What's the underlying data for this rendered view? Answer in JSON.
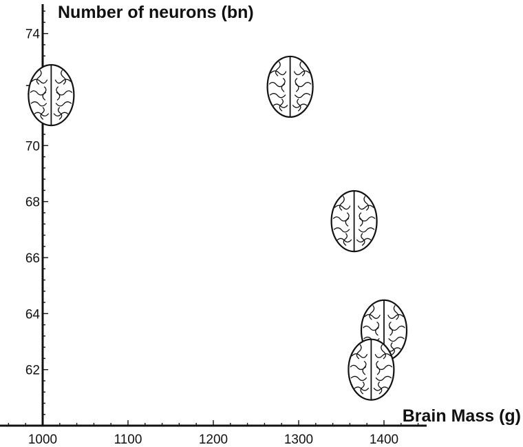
{
  "chart_data": {
    "type": "scatter",
    "title": "",
    "xlabel": "Brain Mass (g)",
    "ylabel": "Number of neurons (bn)",
    "xlim": [
      950,
      1450
    ],
    "ylim": [
      60,
      75
    ],
    "xticks": [
      1000,
      1100,
      1200,
      1300,
      1400
    ],
    "yticks": [
      62,
      64,
      66,
      68,
      70,
      72,
      74
    ],
    "x_origin": 1000,
    "y_origin": 60,
    "marker": "brain-icon",
    "grid": false,
    "series": [
      {
        "points": [
          {
            "x": 1010,
            "y": 71.8
          },
          {
            "x": 1290,
            "y": 72.1
          },
          {
            "x": 1365,
            "y": 67.3
          },
          {
            "x": 1400,
            "y": 63.4
          },
          {
            "x": 1385,
            "y": 62.0
          }
        ]
      }
    ]
  }
}
